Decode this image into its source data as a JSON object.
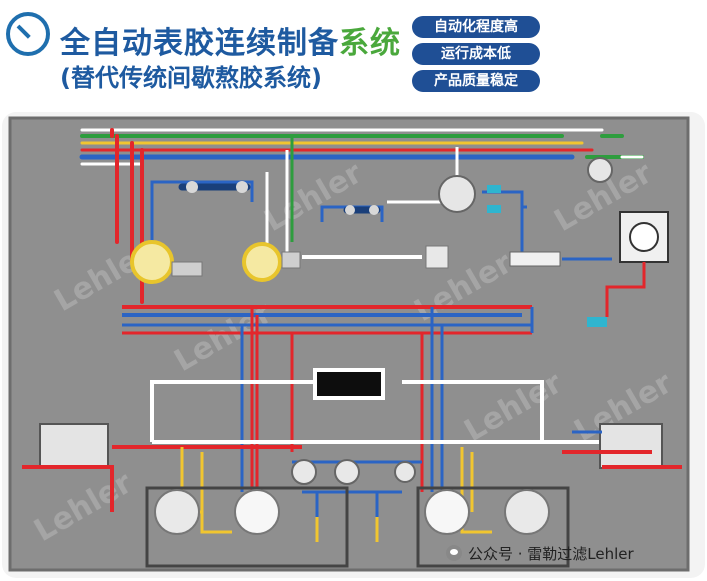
{
  "header": {
    "title_main": "全自动表胶连续制备",
    "title_accent": "系统",
    "subtitle": "(替代传统间歇熬胶系统)",
    "badges": [
      "自动化程度高",
      "运行成本低",
      "产品质量稳定"
    ]
  },
  "diagram": {
    "watermark": "Lehler"
  },
  "footer": {
    "source": "公众号 · 雷勒过滤Lehler"
  },
  "colors": {
    "brand_blue": "#1e5aa0",
    "accent_green": "#4aa83c",
    "pipe_red": "#e3262b",
    "pipe_blue": "#2b64c4",
    "pipe_green": "#2e9d3e",
    "pipe_yellow": "#f1c630",
    "pipe_white": "#ffffff",
    "floor": "#8e8e8e"
  }
}
